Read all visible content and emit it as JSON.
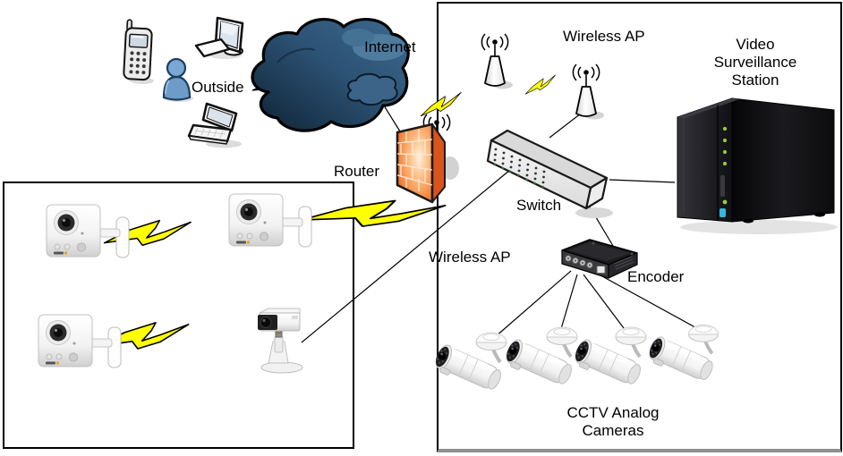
{
  "diagram": {
    "title_hint": "Video surveillance network diagram",
    "labels": {
      "internet": "Internet",
      "outside": "Outside",
      "router": "Router",
      "wireless_ap_top": "Wireless AP",
      "wireless_ap_side": "Wireless AP",
      "switch": "Switch",
      "encoder": "Encoder",
      "video_station_line1": "Video",
      "video_station_line2": "Surveillance",
      "video_station_line3": "Station",
      "cctv_line1": "CCTV Analog",
      "cctv_line2": "Cameras"
    },
    "icons": [
      "mobile-phone-icon",
      "desktop-computer-icon",
      "user-icon",
      "laptop-icon",
      "internet-cloud-icon",
      "firewall-router-icon",
      "wireless-ap-antenna-icon",
      "wireless-ap-cone-icon",
      "switch-icon",
      "nas-station-icon",
      "encoder-icon",
      "ip-cube-camera-icon",
      "box-camera-icon",
      "cctv-bullet-camera-icon",
      "lightning-link-icon"
    ],
    "connections": [
      {
        "from": "outside-devices",
        "to": "internet-cloud",
        "type": "wireless"
      },
      {
        "from": "internet-cloud",
        "to": "router-firewall",
        "type": "wired"
      },
      {
        "from": "router-firewall",
        "to": "wireless-ap-1",
        "type": "wireless"
      },
      {
        "from": "wireless-ap-1",
        "to": "wireless-ap-2",
        "type": "wireless"
      },
      {
        "from": "wireless-ap-2",
        "to": "switch",
        "type": "wired"
      },
      {
        "from": "switch",
        "to": "video-surveillance-station",
        "type": "wired"
      },
      {
        "from": "switch",
        "to": "encoder",
        "type": "wired"
      },
      {
        "from": "switch",
        "to": "box-camera",
        "type": "wired"
      },
      {
        "from": "encoder",
        "to": "cctv-camera-1",
        "type": "wired"
      },
      {
        "from": "encoder",
        "to": "cctv-camera-2",
        "type": "wired"
      },
      {
        "from": "encoder",
        "to": "cctv-camera-3",
        "type": "wired"
      },
      {
        "from": "encoder",
        "to": "cctv-camera-4",
        "type": "wired"
      },
      {
        "from": "ip-camera-1",
        "to": "wireless-ap",
        "type": "wireless"
      },
      {
        "from": "ip-camera-2",
        "to": "wireless-ap",
        "type": "wireless"
      },
      {
        "from": "ip-camera-3",
        "to": "wireless-ap",
        "type": "wireless"
      }
    ],
    "colors": {
      "lightning_yellow": "#ffff00",
      "cloud_dark": "#14304a",
      "cloud_mid": "#2f5878",
      "cloud_light": "#4f7b9f",
      "firewall_orange": "#ef7227",
      "firewall_glow": "#fff3dd",
      "box_border": "#000000",
      "nas_body": "#141416",
      "led_green": "#9acd32",
      "led_blue": "#35b8dc"
    }
  }
}
